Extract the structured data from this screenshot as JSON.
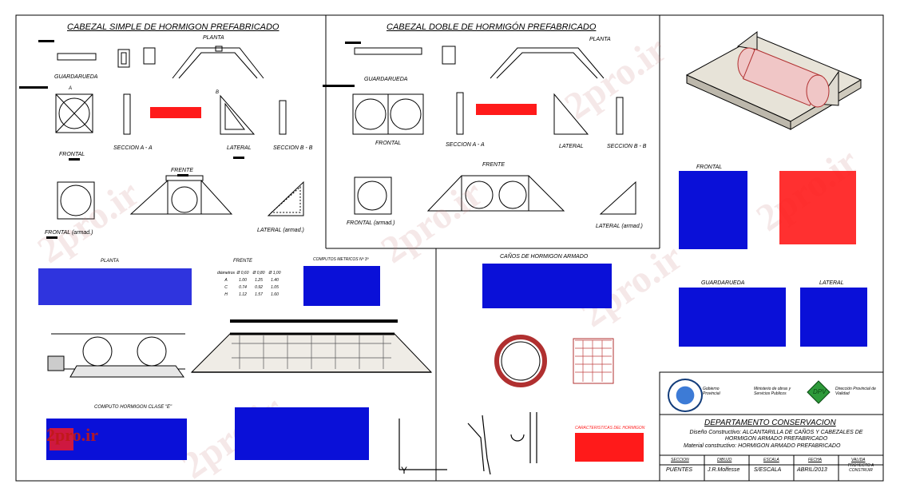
{
  "sections": {
    "simple_title": "CABEZAL SIMPLE DE HORMIGON PREFABRICADO",
    "doble_title": "CABEZAL DOBLE DE HORMIGÓN PREFABRICADO",
    "canos_title": "CAÑOS DE HORMIGON ARMADO",
    "computo_clase": "COMPUTO HORMIGON CLASE \"E\"",
    "computos_metricos": "COMPUTOS METRICOS Nº 3º",
    "caracteristicas": "CARACTERISTICAS DEL HORMIGON"
  },
  "labels": {
    "planta": "PLANTA",
    "guardarueda": "GUARDARUEDA",
    "frontal": "FRONTAL",
    "frente": "FRENTE",
    "lateral": "LATERAL",
    "seccion_a": "SECCION A - A",
    "seccion_b": "SECCION B - B",
    "frontal_armad": "FRONTAL (armad.)",
    "lateral_armad": "LATERAL (armad.)",
    "a": "A",
    "b": "B"
  },
  "frente_table": {
    "head": [
      "diámetros",
      "Ø 0,60",
      "Ø 0,80",
      "Ø 1,00"
    ],
    "rows": [
      [
        "A",
        "1.00",
        "1.25",
        "1.40"
      ],
      [
        "C",
        "0.74",
        "0.92",
        "1.05"
      ],
      [
        "H",
        "1.12",
        "1.57",
        "1.60"
      ]
    ]
  },
  "axis_y": "Y",
  "title_block": {
    "gobierno": "Gobierno Provincial",
    "ministerio": "Ministerio de obras y Servicios Publicos",
    "dpv_logo": "DPV",
    "direccion": "Dirección Provincial de Vialidad",
    "departamento": "DEPARTAMENTO CONSERVACION",
    "diseno": "Diseño Constructivo: ALCANTARILLA DE CAÑOS Y CABEZALES DE HORMIGON ARMADO PREFABRICADO",
    "material": "Material constructivo: HORMIGON ARMADO PREFABRICADO",
    "headers": [
      "SECCION",
      "DIBUJO",
      "ESCALA",
      "FECHA",
      "VALIDA"
    ],
    "values": [
      "PUENTES",
      "J.R.Molfesse",
      "S/ESCALA",
      "ABRIL/2013",
      "PROYECTO A CONSTRUIR"
    ]
  },
  "watermark": "2pro.ir",
  "colors": {
    "table_blue": "#0a10d8",
    "note_red": "#ff1a1a",
    "dpv_green": "#2e9a3a"
  }
}
